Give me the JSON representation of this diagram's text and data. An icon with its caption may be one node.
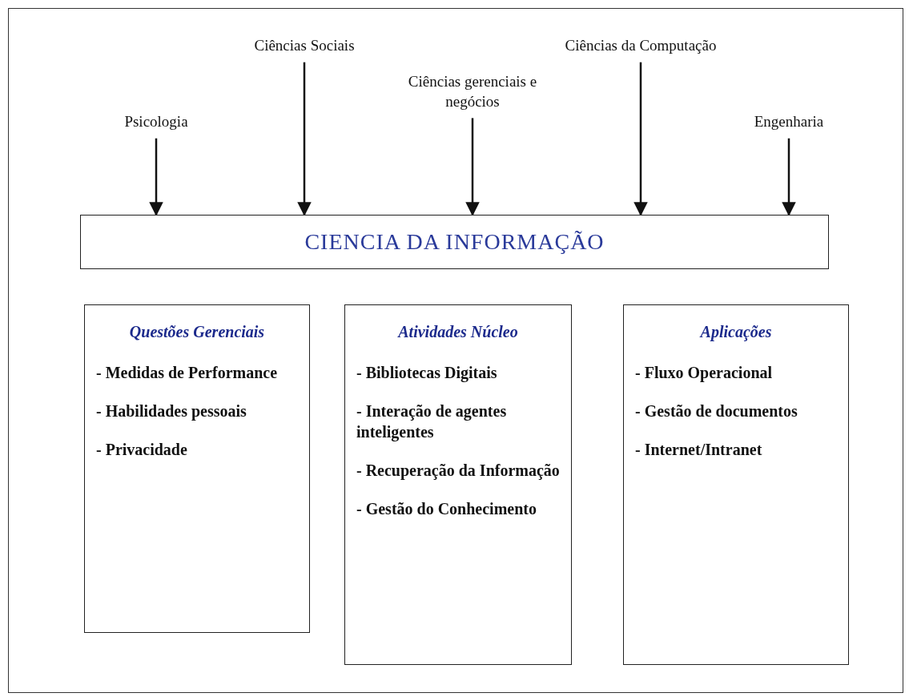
{
  "diagram": {
    "nodes": [
      {
        "text": [
          "Psicologia"
        ]
      },
      {
        "text": [
          "Ciências Sociais"
        ]
      },
      {
        "text": [
          "Ciências gerenciais e negócios"
        ]
      },
      {
        "text": [
          "Ciências da Computação"
        ]
      },
      {
        "text": [
          "Engenharia"
        ]
      },
      {
        "text": [
          "CIENCIA DA INFORMAÇÃO"
        ]
      },
      {
        "text": [
          "Questões Gerenciais",
          "- Medidas de Performance",
          "- Habilidades pessoais",
          "- Privacidade"
        ]
      },
      {
        "text": [
          "Atividades Núcleo",
          "- Bibliotecas Digitais",
          "- Interação de agentes inteligentes",
          "- Recuperação da Informação",
          "- Gestão do Conhecimento"
        ]
      },
      {
        "text": [
          "Aplicações",
          "- Fluxo Operacional",
          "- Gestão de documentos",
          "- Internet/Intranet"
        ]
      }
    ],
    "edges": [
      {
        "from": 0,
        "to": 5,
        "arrow": "to"
      },
      {
        "from": 1,
        "to": 5,
        "arrow": "to"
      },
      {
        "from": 2,
        "to": 5,
        "arrow": "to"
      },
      {
        "from": 3,
        "to": 5,
        "arrow": "to"
      },
      {
        "from": 4,
        "to": 5,
        "arrow": "to"
      }
    ]
  }
}
